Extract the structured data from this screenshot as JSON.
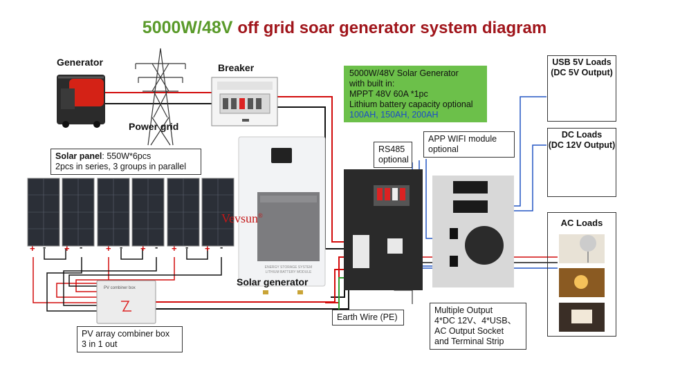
{
  "title": {
    "part1": "5000W/48V",
    "part2": "off grid soar generator system diagram"
  },
  "labels": {
    "generator": "Generator",
    "power_grid": "Power grid",
    "breaker": "Breaker",
    "solar_generator": "Solar generator",
    "brand": "Vevsun",
    "brand_mark": "®"
  },
  "solar_panel_box": {
    "line1_bold": "Solar panel",
    "line1_rest": ": 550W*6pcs",
    "line2": "2pcs in series, 3 groups in parallel"
  },
  "spec_box": {
    "line1": "5000W/48V Solar Generator",
    "line2": "with built in:",
    "line3": "MPPT 48V 60A *1pc",
    "line4": "Lithium battery capacity optional",
    "line5": "100AH, 150AH, 200AH"
  },
  "rs485_box": {
    "line1": "RS485",
    "line2": "optional"
  },
  "wifi_box": {
    "line1": "APP WIFI module",
    "line2": "optional"
  },
  "usb_loads": {
    "line1": "USB 5V Loads",
    "line2": "(DC 5V Output)"
  },
  "dc_loads": {
    "line1": "DC Loads",
    "line2": "(DC 12V Output)"
  },
  "ac_loads": {
    "title": "AC Loads"
  },
  "combiner_box": {
    "line1": "PV array combiner box",
    "line2": "3 in 1 out",
    "device_label": "PV combiner box"
  },
  "earth_box": {
    "text": "Earth Wire (PE)"
  },
  "output_box": {
    "line1": "Multiple Output",
    "line2": "4*DC 12V、4*USB、",
    "line3": "AC Output Socket",
    "line4": "and Terminal Strip"
  },
  "battery_label": {
    "line1": "ENERGY STORAGE SYSTEM",
    "line2": "LITHIUM BATTERY MODULE"
  },
  "polarity": {
    "plus": "+",
    "minus": "-"
  },
  "colors": {
    "title_green": "#5a9a2a",
    "title_red": "#a0151b",
    "spec_green": "#6cc04a",
    "wire_red": "#d20a0a",
    "wire_blue": "#2255c4",
    "wire_green": "#2e9e2e"
  }
}
